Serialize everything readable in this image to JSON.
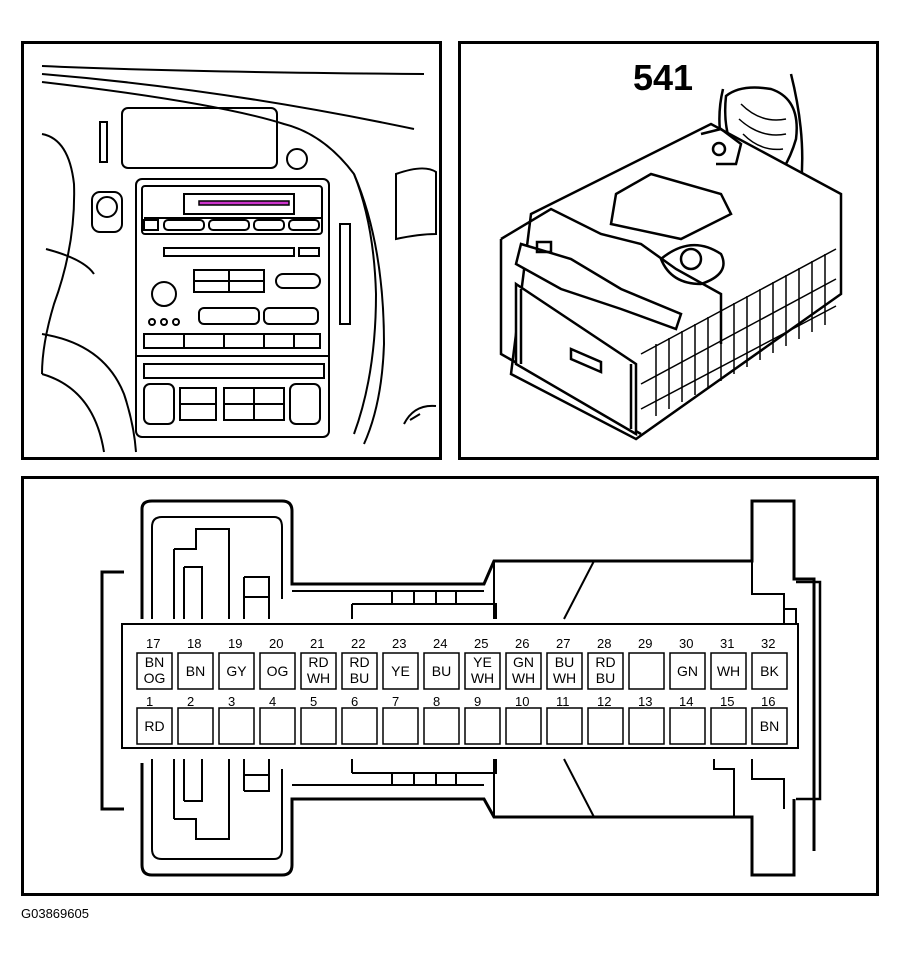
{
  "figure_code": "G03869605",
  "connector": {
    "ref": "541",
    "highlight_color": "#cc33cc",
    "top_row": [
      {
        "pin": "17",
        "wire": [
          "BN",
          "OG"
        ]
      },
      {
        "pin": "18",
        "wire": [
          "BN"
        ]
      },
      {
        "pin": "19",
        "wire": [
          "GY"
        ]
      },
      {
        "pin": "20",
        "wire": [
          "OG"
        ]
      },
      {
        "pin": "21",
        "wire": [
          "RD",
          "WH"
        ]
      },
      {
        "pin": "22",
        "wire": [
          "RD",
          "BU"
        ]
      },
      {
        "pin": "23",
        "wire": [
          "YE"
        ]
      },
      {
        "pin": "24",
        "wire": [
          "BU"
        ]
      },
      {
        "pin": "25",
        "wire": [
          "YE",
          "WH"
        ]
      },
      {
        "pin": "26",
        "wire": [
          "GN",
          "WH"
        ]
      },
      {
        "pin": "27",
        "wire": [
          "BU",
          "WH"
        ]
      },
      {
        "pin": "28",
        "wire": [
          "RD",
          "BU"
        ]
      },
      {
        "pin": "29",
        "wire": []
      },
      {
        "pin": "30",
        "wire": [
          "GN"
        ]
      },
      {
        "pin": "31",
        "wire": [
          "WH"
        ]
      },
      {
        "pin": "32",
        "wire": [
          "BK"
        ]
      }
    ],
    "bottom_row": [
      {
        "pin": "1",
        "wire": [
          "RD"
        ]
      },
      {
        "pin": "2",
        "wire": []
      },
      {
        "pin": "3",
        "wire": []
      },
      {
        "pin": "4",
        "wire": []
      },
      {
        "pin": "5",
        "wire": []
      },
      {
        "pin": "6",
        "wire": []
      },
      {
        "pin": "7",
        "wire": []
      },
      {
        "pin": "8",
        "wire": []
      },
      {
        "pin": "9",
        "wire": []
      },
      {
        "pin": "10",
        "wire": []
      },
      {
        "pin": "11",
        "wire": []
      },
      {
        "pin": "12",
        "wire": []
      },
      {
        "pin": "13",
        "wire": []
      },
      {
        "pin": "14",
        "wire": []
      },
      {
        "pin": "15",
        "wire": []
      },
      {
        "pin": "16",
        "wire": [
          "BN"
        ]
      }
    ]
  }
}
